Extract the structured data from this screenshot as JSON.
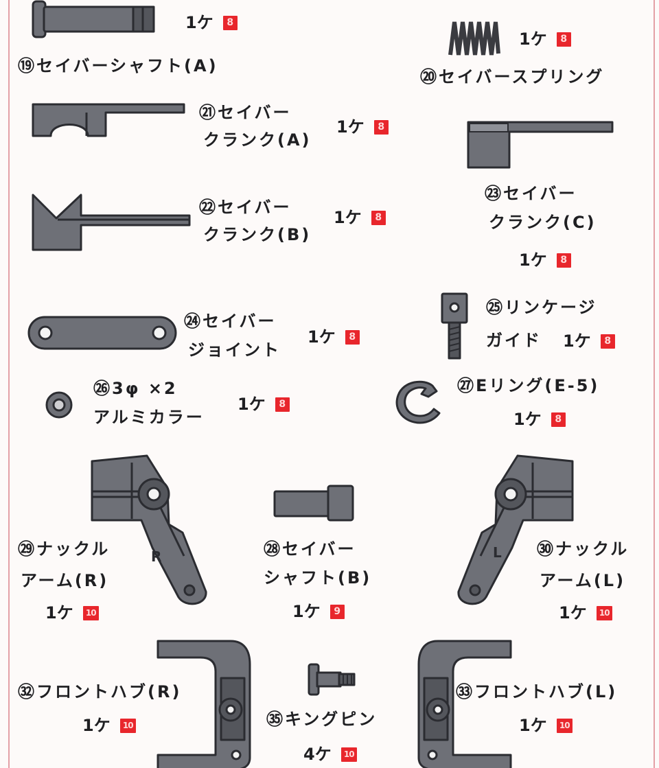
{
  "parts": [
    {
      "id": "19",
      "name_lines": [
        "⑲セイバーシャフト(A)"
      ],
      "qty": "1ケ",
      "bag": "8"
    },
    {
      "id": "20",
      "name_lines": [
        "⑳セイバースプリング"
      ],
      "qty": "1ケ",
      "bag": "8"
    },
    {
      "id": "21",
      "name_lines": [
        "㉑セイバー",
        "クランク(A)"
      ],
      "qty": "1ケ",
      "bag": "8"
    },
    {
      "id": "22",
      "name_lines": [
        "㉒セイバー",
        "クランク(B)"
      ],
      "qty": "1ケ",
      "bag": "8"
    },
    {
      "id": "23",
      "name_lines": [
        "㉓セイバー",
        "クランク(C)"
      ],
      "qty": "1ケ",
      "bag": "8"
    },
    {
      "id": "24",
      "name_lines": [
        "㉔セイバー",
        "ジョイント"
      ],
      "qty": "1ケ",
      "bag": "8"
    },
    {
      "id": "25",
      "name_lines": [
        "㉕リンケージ",
        "ガイド"
      ],
      "qty": "1ケ",
      "bag": "8"
    },
    {
      "id": "26",
      "name_lines": [
        "㉖3φ ×2",
        "アルミカラー"
      ],
      "qty": "1ケ",
      "bag": "8"
    },
    {
      "id": "27",
      "name_lines": [
        "㉗Eリング(E-5)"
      ],
      "qty": "1ケ",
      "bag": "8"
    },
    {
      "id": "28",
      "name_lines": [
        "㉘セイバー",
        "シャフト(B)"
      ],
      "qty": "1ケ",
      "bag": "9"
    },
    {
      "id": "29",
      "name_lines": [
        "㉙ナックル",
        "アーム(R)"
      ],
      "qty": "1ケ",
      "bag": "10"
    },
    {
      "id": "30",
      "name_lines": [
        "㉚ナックル",
        "アーム(L)"
      ],
      "qty": "1ケ",
      "bag": "10"
    },
    {
      "id": "32",
      "name_lines": [
        "㉜フロントハブ(R)"
      ],
      "qty": "1ケ",
      "bag": "10"
    },
    {
      "id": "33",
      "name_lines": [
        "㉝フロントハブ(L)"
      ],
      "qty": "1ケ",
      "bag": "10"
    },
    {
      "id": "35",
      "name_lines": [
        "㉟キングピン"
      ],
      "qty": "4ケ",
      "bag": "10"
    }
  ],
  "part_markings": {
    "knuckle_right": "R",
    "knuckle_left": "L"
  },
  "colors": {
    "badge": "#e8262c",
    "part_fill": "#6e7077",
    "outline": "#2b2c31",
    "frame": "#e3a0a6"
  },
  "icons": [
    "shaft-icon",
    "spring-icon",
    "crank-icon",
    "joint-icon",
    "linkage-guide-icon",
    "collar-icon",
    "e-ring-icon",
    "knuckle-arm-icon",
    "front-hub-icon",
    "king-pin-icon"
  ]
}
